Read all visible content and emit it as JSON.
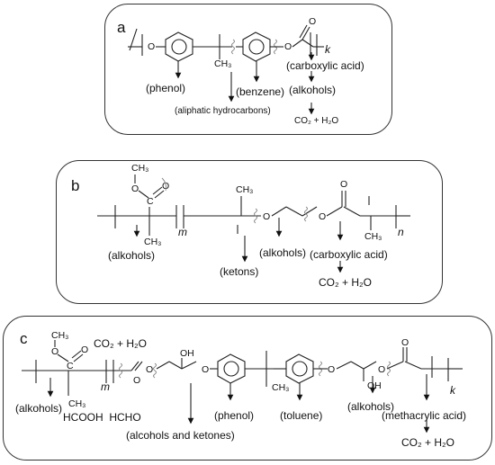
{
  "panels": {
    "a": {
      "letter": "a",
      "subscript": "k",
      "labels": [
        "(phenol)",
        "(benzene)",
        "(carboxylic acid)",
        "(alkohols)",
        "(aliphatic hydrocarbons)"
      ],
      "product": "CO₂ + H₂O",
      "atoms": {
        "o1": "O",
        "o2": "O",
        "o3": "O",
        "ch3a": "CH₃"
      }
    },
    "b": {
      "letter": "b",
      "sub_m": "m",
      "sub_n": "n",
      "labels": [
        "(alkohols)",
        "(ketons)",
        "(alkohols)",
        "(carboxylic acid)"
      ],
      "product": "CO₂ + H₂O",
      "atoms": {
        "och3": "O",
        "ch3top": "CH₃",
        "c": "C",
        "o": "O",
        "ch3": "CH₃",
        "ch3b": "CH₃",
        "o2": "O",
        "o3": "O",
        "o4": "O",
        "ch3c": "CH₃"
      }
    },
    "c": {
      "letter": "c",
      "sub_m": "m",
      "sub_k": "k",
      "labels": [
        "(alkohols)",
        "HCOOH  HCHO",
        "(alcohols and ketones)",
        "(phenol)",
        "(toluene)",
        "(alkohols)",
        "(methacrylic acid)"
      ],
      "product_top": "CO₂ + H₂O",
      "product_bottom": "CO₂ + H₂O",
      "atoms": {
        "o": "O",
        "ch3top": "CH₃",
        "c": "C",
        "o2": "O",
        "ch3": "CH₃",
        "o3": "O",
        "o4": "O",
        "oh": "OH",
        "o5": "O",
        "ch3a": "CH₃",
        "o6": "O",
        "oh2": "OH",
        "o7": "O",
        "o8": "O"
      }
    }
  }
}
